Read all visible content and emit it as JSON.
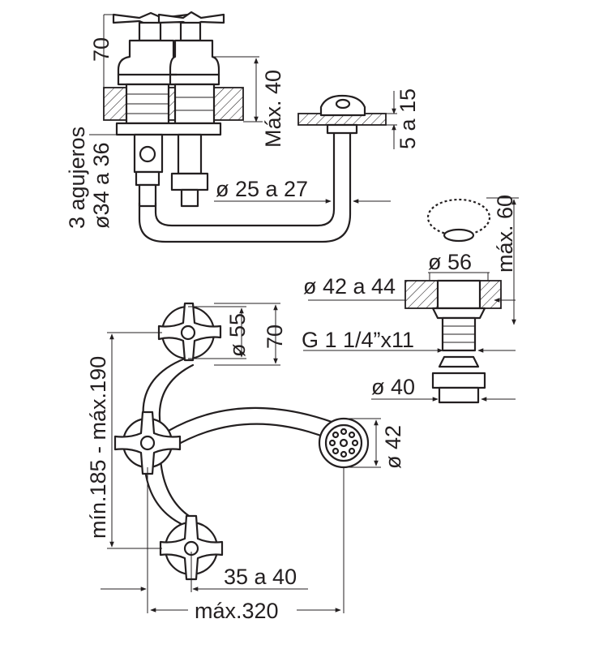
{
  "labels": {
    "dim_70_top": "70",
    "dim_max40": "Máx. 40",
    "dim_5a15": "5 a 15",
    "holes_line1": "3 agujeros",
    "holes_line2": "ø34 a 36",
    "dim_25a27": "ø 25 a 27",
    "dim_max60": "máx. 60",
    "dim_56": "ø 56",
    "dim_42a44": "ø 42 a 44",
    "dim_thread": "G 1 1/4”x11",
    "dim_40": "ø 40",
    "dim_55": "ø 55",
    "dim_70_side": "70",
    "dim_min185": "mín.185 - máx.190",
    "dim_42": "ø 42",
    "dim_35a40": "35 a 40",
    "dim_max320": "máx.320"
  },
  "colors": {
    "line": "#231f20",
    "background": "#ffffff"
  }
}
